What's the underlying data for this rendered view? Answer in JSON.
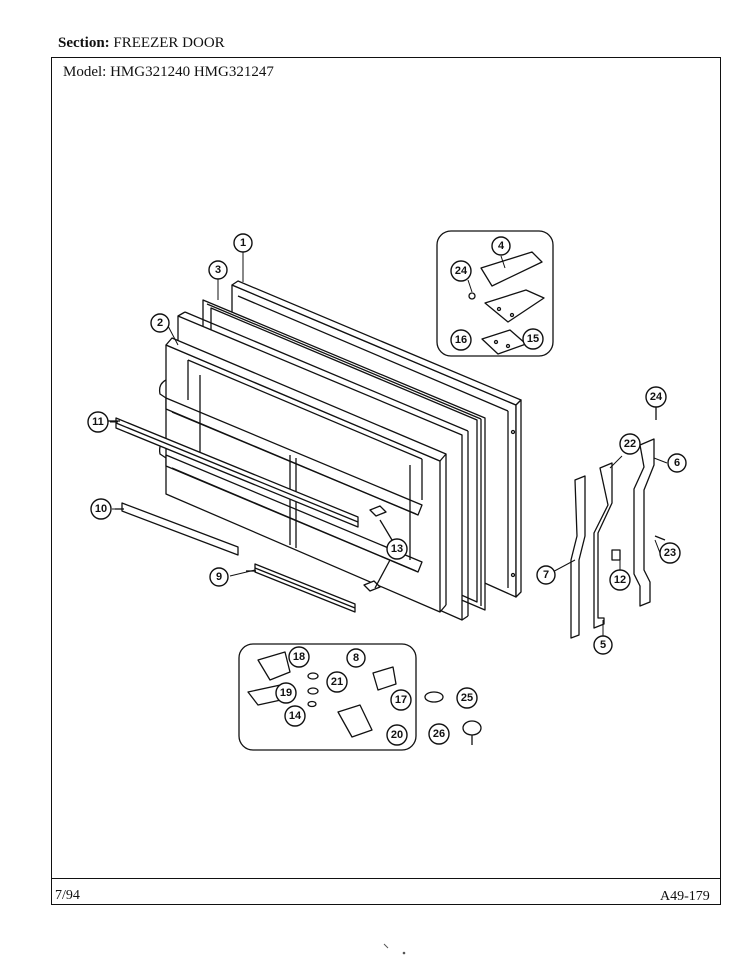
{
  "header": {
    "section_label": "Section:",
    "section_value": "FREEZER DOOR",
    "model_label": "Model:",
    "model_values": "HMG321240  HMG321247"
  },
  "footer": {
    "date": "7/94",
    "code": "A49-179"
  },
  "callouts": [
    "1",
    "2",
    "3",
    "4",
    "5",
    "6",
    "7",
    "8",
    "9",
    "10",
    "11",
    "12",
    "13",
    "14",
    "15",
    "16",
    "17",
    "18",
    "19",
    "20",
    "21",
    "22",
    "23",
    "24",
    "24",
    "25",
    "26"
  ],
  "colors": {
    "ink": "#111111",
    "paper": "#ffffff"
  }
}
